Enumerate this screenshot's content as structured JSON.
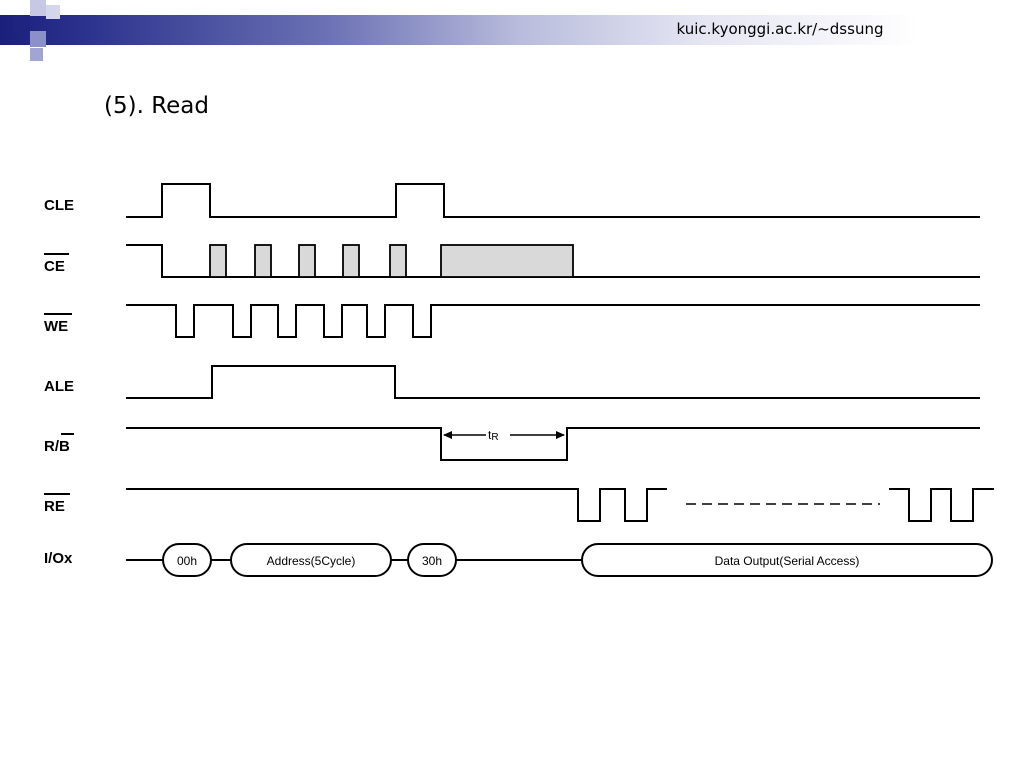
{
  "header": {
    "url": "kuic.kyonggi.ac.kr/~dssung",
    "colors": {
      "bar_dark": "#1a1f7a",
      "square_dark": "#1f2480",
      "square_light": "#8c90c8"
    }
  },
  "slide": {
    "title": "(5). Read"
  },
  "diagram": {
    "signals": {
      "cle": "CLE",
      "ce": "CE",
      "we": "WE",
      "ale": "ALE",
      "rb_prefix": "R/",
      "rb_suffix": "B",
      "re": "RE",
      "io": "I/Ox"
    },
    "bus": {
      "cmd1": "00h",
      "address": "Address(5Cycle)",
      "cmd2": "30h",
      "data": "Data Output(Serial Access)"
    },
    "tr": {
      "main": "t",
      "sub": "R"
    },
    "colors": {
      "shade": "#d9d9d9",
      "line": "#000000"
    }
  }
}
